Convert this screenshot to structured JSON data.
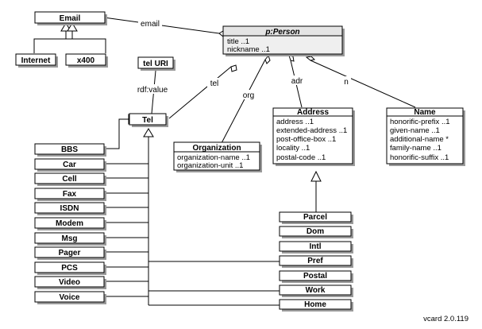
{
  "classes": {
    "email": "Email",
    "internet": "Internet",
    "x400": "x400",
    "person": "p:Person",
    "tel_uri": "tel URI",
    "tel": "Tel",
    "organization": "Organization",
    "address": "Address",
    "name": "Name"
  },
  "person_attrs": [
    "title ..1",
    "nickname ..1"
  ],
  "organization_attrs": [
    "organization-name ..1",
    "organization-unit ..1"
  ],
  "address_attrs": [
    "address ..1",
    "extended-address ..1",
    "post-office-box ..1",
    "locality ..1",
    "postal-code ..1"
  ],
  "name_attrs": [
    "honorific-prefix ..1",
    "given-name ..1",
    "additional-name *",
    "family-name ..1",
    "honorific-suffix ..1"
  ],
  "tel_types": [
    "BBS",
    "Car",
    "Cell",
    "Fax",
    "ISDN",
    "Modem",
    "Msg",
    "Pager",
    "PCS",
    "Video",
    "Voice"
  ],
  "address_types": [
    "Parcel",
    "Dom",
    "Intl",
    "Pref",
    "Postal",
    "Work",
    "Home"
  ],
  "edges": {
    "email": "email",
    "rdf_value": "rdf:value",
    "tel": "tel",
    "org": "org",
    "adr": "adr",
    "n": "n"
  },
  "version": "vcard 2.0.119"
}
